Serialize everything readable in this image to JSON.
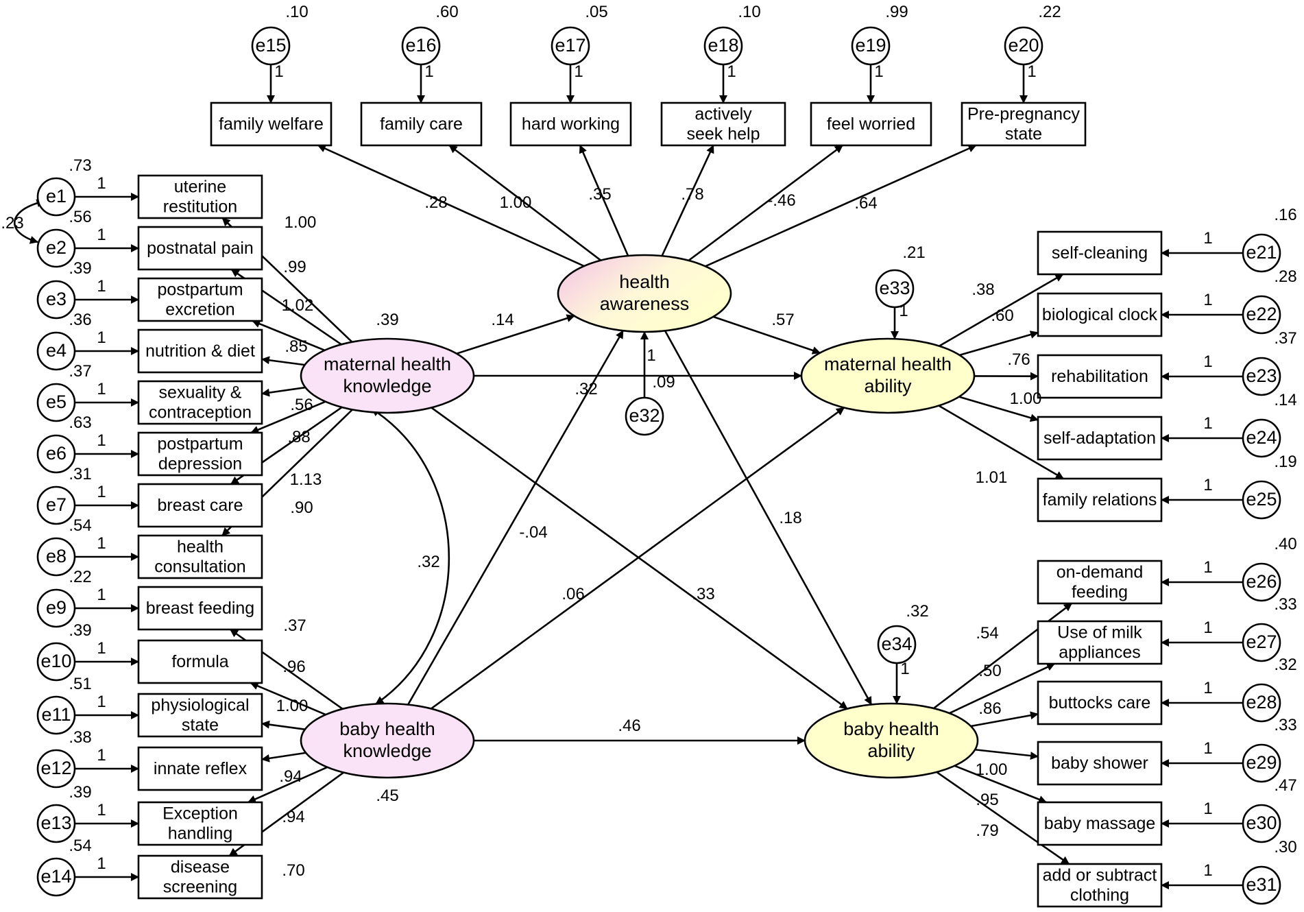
{
  "latents": {
    "ha": {
      "label": [
        "health",
        "awareness"
      ],
      "variance": ""
    },
    "mk": {
      "label": [
        "maternal health",
        "knowledge"
      ],
      "variance": ".39"
    },
    "bk": {
      "label": [
        "baby health",
        "knowledge"
      ],
      "variance": ".45"
    },
    "ma": {
      "label": [
        "maternal health",
        "ability"
      ],
      "variance": ""
    },
    "ba": {
      "label": [
        "baby health",
        "ability"
      ],
      "variance": ""
    }
  },
  "observed": {
    "o_fw": [
      "family welfare"
    ],
    "o_fc": [
      "family care"
    ],
    "o_hw": [
      "hard working"
    ],
    "o_as": [
      "actively",
      "seek help"
    ],
    "o_fwo": [
      "feel worried"
    ],
    "o_pp": [
      "Pre-pregnancy",
      "state"
    ],
    "o_ur": [
      "uterine",
      "restitution"
    ],
    "o_pn": [
      "postnatal pain"
    ],
    "o_pe": [
      "postpartum",
      "excretion"
    ],
    "o_nd": [
      "nutrition & diet"
    ],
    "o_sc": [
      "sexuality &",
      "contraception"
    ],
    "o_pd": [
      "postpartum",
      "depression"
    ],
    "o_bc": [
      "breast care"
    ],
    "o_hc": [
      "health",
      "consultation"
    ],
    "o_bf": [
      "breast feeding"
    ],
    "o_fo": [
      "formula"
    ],
    "o_ps": [
      "physiological",
      "state"
    ],
    "o_ir": [
      "innate reflex"
    ],
    "o_eh": [
      "Exception",
      "handling"
    ],
    "o_ds": [
      "disease",
      "screening"
    ],
    "o_scl": [
      "self-cleaning"
    ],
    "o_bio": [
      "biological clock"
    ],
    "o_reh": [
      "rehabilitation"
    ],
    "o_sad": [
      "self-adaptation"
    ],
    "o_frl": [
      "family relations"
    ],
    "o_odf": [
      "on-demand",
      "feeding"
    ],
    "o_uma": [
      "Use of milk",
      "appliances"
    ],
    "o_btc": [
      "buttocks care"
    ],
    "o_bsh": [
      "baby shower"
    ],
    "o_bma": [
      "baby massage"
    ],
    "o_asc": [
      "add or subtract",
      "clothing"
    ]
  },
  "errors": {
    "e15": {
      "name": "e15",
      "variance": ".10",
      "weight": "1"
    },
    "e16": {
      "name": "e16",
      "variance": ".60",
      "weight": "1"
    },
    "e17": {
      "name": "e17",
      "variance": ".05",
      "weight": "1"
    },
    "e18": {
      "name": "e18",
      "variance": ".10",
      "weight": "1"
    },
    "e19": {
      "name": "e19",
      "variance": ".99",
      "weight": "1"
    },
    "e20": {
      "name": "e20",
      "variance": ".22",
      "weight": "1"
    },
    "e1": {
      "name": "e1",
      "variance": ".73",
      "weight": "1"
    },
    "e2": {
      "name": "e2",
      "variance": ".56",
      "weight": "1"
    },
    "e3": {
      "name": "e3",
      "variance": ".39",
      "weight": "1"
    },
    "e4": {
      "name": "e4",
      "variance": ".36",
      "weight": "1"
    },
    "e5": {
      "name": "e5",
      "variance": ".37",
      "weight": "1"
    },
    "e6": {
      "name": "e6",
      "variance": ".63",
      "weight": "1"
    },
    "e7": {
      "name": "e7",
      "variance": ".31",
      "weight": "1"
    },
    "e8": {
      "name": "e8",
      "variance": ".54",
      "weight": "1"
    },
    "e9": {
      "name": "e9",
      "variance": ".22",
      "weight": "1"
    },
    "e10": {
      "name": "e10",
      "variance": ".39",
      "weight": "1"
    },
    "e11": {
      "name": "e11",
      "variance": ".51",
      "weight": "1"
    },
    "e12": {
      "name": "e12",
      "variance": ".38",
      "weight": "1"
    },
    "e13": {
      "name": "e13",
      "variance": ".39",
      "weight": "1"
    },
    "e14": {
      "name": "e14",
      "variance": ".54",
      "weight": "1"
    },
    "e21": {
      "name": "e21",
      "variance": ".16",
      "weight": "1"
    },
    "e22": {
      "name": "e22",
      "variance": ".28",
      "weight": "1"
    },
    "e23": {
      "name": "e23",
      "variance": ".37",
      "weight": "1"
    },
    "e24": {
      "name": "e24",
      "variance": ".14",
      "weight": "1"
    },
    "e25": {
      "name": "e25",
      "variance": ".19",
      "weight": "1"
    },
    "e26": {
      "name": "e26",
      "variance": ".40",
      "weight": "1"
    },
    "e27": {
      "name": "e27",
      "variance": ".33",
      "weight": "1"
    },
    "e28": {
      "name": "e28",
      "variance": ".32",
      "weight": "1"
    },
    "e29": {
      "name": "e29",
      "variance": ".33",
      "weight": "1"
    },
    "e30": {
      "name": "e30",
      "variance": ".47",
      "weight": "1"
    },
    "e31": {
      "name": "e31",
      "variance": ".30",
      "weight": "1"
    },
    "e32": {
      "name": "e32",
      "variance": "",
      "weight": "1"
    },
    "e33": {
      "name": "e33",
      "variance": ".21",
      "weight": "1"
    },
    "e34": {
      "name": "e34",
      "variance": ".32",
      "weight": "1"
    }
  },
  "loadings": {
    "ha_fw": ".28",
    "ha_fc": "1.00",
    "ha_hw": ".35",
    "ha_as": ".78",
    "ha_fwo": "-.46",
    "ha_pp": ".64",
    "mk_ur": "1.00",
    "mk_pn": ".99",
    "mk_pe": "1.02",
    "mk_nd": ".85",
    "mk_sc": ".56",
    "mk_pd": ".88",
    "mk_bc": "1.13",
    "mk_hc": ".90",
    "bk_bf": ".37",
    "bk_fo": ".96",
    "bk_ps": "1.00",
    "bk_ir": "",
    "bk_eh": ".94",
    "bk_ds": ".94",
    "bk_ds2": ".70",
    "ma_scl": ".38",
    "ma_bio": ".60",
    "ma_reh": ".76",
    "ma_sad": "1.00",
    "ma_frl": "1.01",
    "ba_odf": ".54",
    "ba_uma": ".50",
    "ba_btc": ".86",
    "ba_bsh": "",
    "ba_bma": "1.00",
    "ba_asc": ".95",
    "ba_asc2": ".79"
  },
  "structural": {
    "mk_ha": ".14",
    "mk_ma": ".09",
    "mk_ba": ".33",
    "bk_ha": "-.04",
    "bk_ma": ".06",
    "bk_ba": ".46",
    "ha_ma": ".57",
    "ha_ba": ".18",
    "cov_mk_bk": ".32",
    "cov_e1_e2": ".23",
    "ha_center": ".32"
  },
  "colors": {
    "latent_yellow": "#ffffcc",
    "latent_pink": "#fbe3f7",
    "gradient_pink": "#f3c2e6",
    "stroke": "#000000"
  }
}
